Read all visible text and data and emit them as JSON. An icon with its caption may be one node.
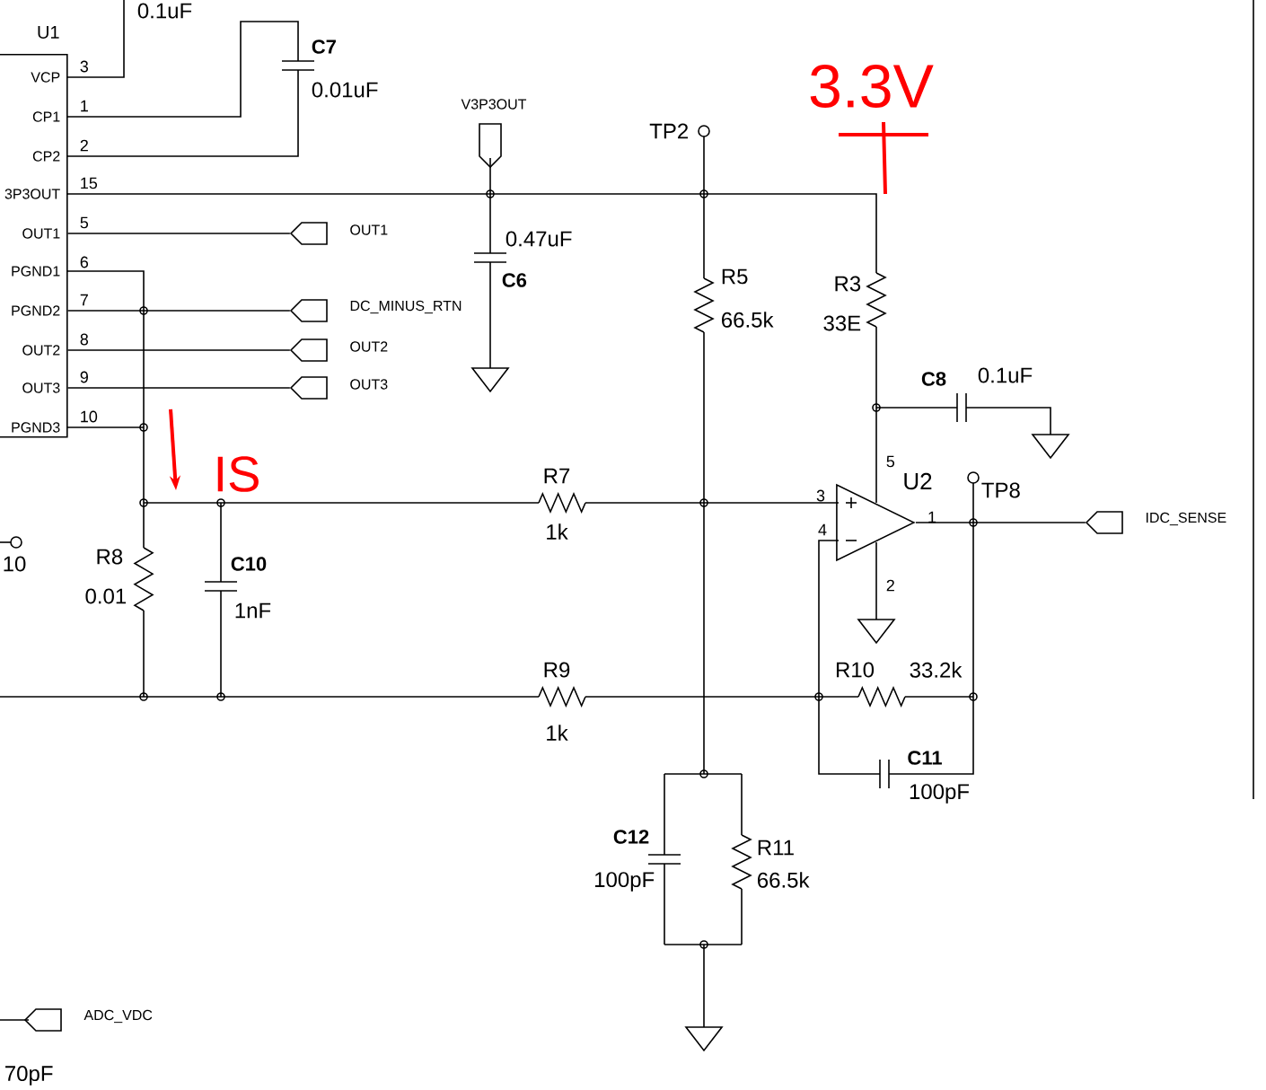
{
  "diagram": {
    "nodes": [
      {
        "text": [
          "U1",
          "VCP",
          "CP1",
          "CP2",
          "3P3OUT",
          "OUT1",
          "PGND1",
          "PGND2",
          "OUT2",
          "OUT3",
          "PGND3"
        ]
      },
      {
        "text": [
          "U2"
        ]
      },
      {
        "text": [
          "OUT1"
        ]
      },
      {
        "text": [
          "DC_MINUS_RTN"
        ]
      },
      {
        "text": [
          "OUT2"
        ]
      },
      {
        "text": [
          "OUT3"
        ]
      },
      {
        "text": [
          "V3P3OUT"
        ]
      },
      {
        "text": [
          "TP2"
        ]
      },
      {
        "text": [
          "TP8"
        ]
      },
      {
        "text": [
          "IDC_SENSE"
        ]
      },
      {
        "text": [
          "ADC_VDC"
        ]
      }
    ],
    "edges": [
      {
        "from": 0,
        "to": 2,
        "arrow": "none"
      },
      {
        "from": 0,
        "to": 3,
        "arrow": "none"
      },
      {
        "from": 0,
        "to": 4,
        "arrow": "none"
      },
      {
        "from": 0,
        "to": 5,
        "arrow": "none"
      },
      {
        "from": 1,
        "to": 9,
        "arrow": "none"
      }
    ],
    "labels": [
      "0.1uF",
      "C7",
      "0.01uF",
      "3",
      "1",
      "2",
      "15",
      "5",
      "6",
      "7",
      "8",
      "9",
      "10",
      "3.3V",
      "0.47uF",
      "C6",
      "R5",
      "66.5k",
      "R3",
      "33E",
      "C8",
      "0.1uF",
      "IS",
      "R7",
      "1k",
      "5",
      "3",
      "4",
      "2",
      "1",
      "10",
      "R8",
      "0.01",
      "C10",
      "1nF",
      "R9",
      "1k",
      "R10",
      "33.2k",
      "C11",
      "100pF",
      "C12",
      "100pF",
      "R11",
      "66.5k",
      "70pF"
    ]
  }
}
